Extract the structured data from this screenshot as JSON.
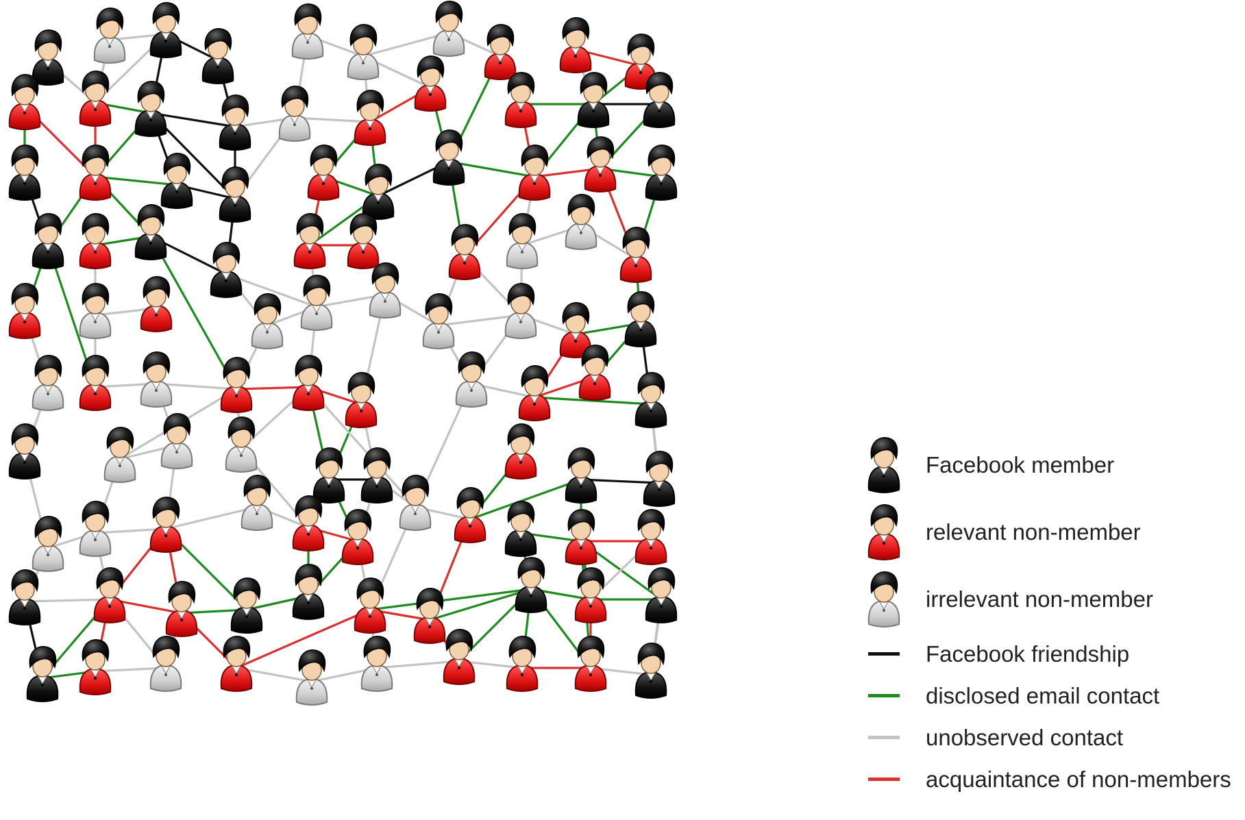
{
  "colors": {
    "member": "#111111",
    "relevant": "#e21e1e",
    "irrelevant": "#d4d4d4",
    "skin": "#f3d2ad",
    "hair": "#111111",
    "friendship": "#111111",
    "email": "#1f8a1f",
    "unobserved": "#c3c3c3",
    "acquaintance": "#d93030"
  },
  "legend": {
    "nodes": [
      {
        "type": "member",
        "label": "Facebook member"
      },
      {
        "type": "relevant",
        "label": "relevant non-member"
      },
      {
        "type": "irrelevant",
        "label": "irrelevant non-member"
      }
    ],
    "edges": [
      {
        "type": "friendship",
        "label": "Facebook friendship"
      },
      {
        "type": "email",
        "label": "disclosed email contact"
      },
      {
        "type": "unobserved",
        "label": "unobserved contact"
      },
      {
        "type": "acquaintance",
        "label": "acquaintance of non-members"
      }
    ]
  },
  "node_types": [
    "member",
    "relevant",
    "irrelevant"
  ],
  "edge_types": [
    "friendship",
    "email",
    "unobserved",
    "acquaintance"
  ]
}
